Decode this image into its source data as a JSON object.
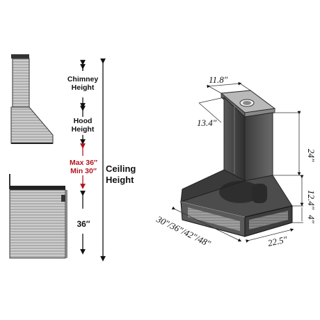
{
  "labels": {
    "chimney_1": "Chimney",
    "chimney_2": "Height",
    "hood_1": "Hood",
    "hood_2": "Height",
    "max": "Max 36″",
    "min": "Min 30″",
    "counter": "36″",
    "ceiling_1": "Ceiling",
    "ceiling_2": "Height"
  },
  "dimensions": {
    "top_width": "11.8″",
    "top_depth": "13.4″",
    "chimney_height": "24″",
    "hood_height": "12.4″",
    "hood_lower": "4″",
    "widths": "30″/36″/42″/48″",
    "depth": "22.5″"
  },
  "colors": {
    "accent_red": "#b3141b"
  }
}
